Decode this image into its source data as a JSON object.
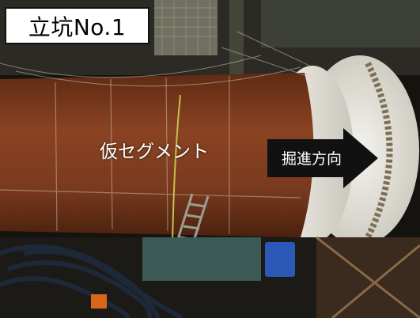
{
  "title": "立坑No.1",
  "segment_label": "仮セグメント",
  "direction_label": "掘進方向",
  "colors": {
    "segment_brown": "#7a3a1e",
    "tunnel_white": "#e6e4dc",
    "arrow": "#111111",
    "label_text": "#ffffff",
    "title_bg": "#ffffff"
  }
}
